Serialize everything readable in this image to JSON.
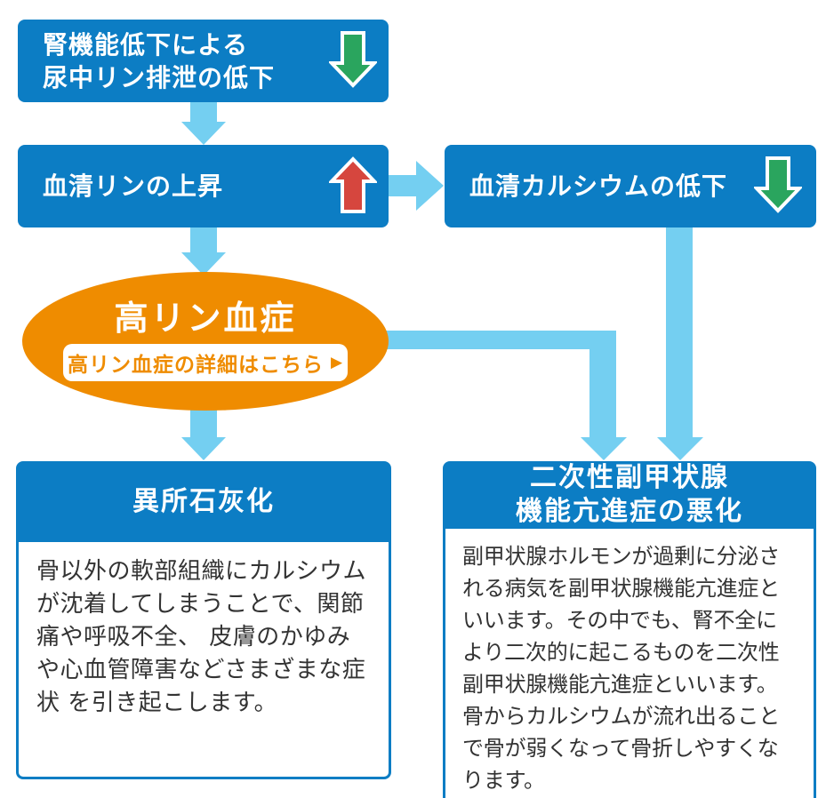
{
  "colors": {
    "node_blue": "#0c7dc4",
    "connector_light_blue": "#74cff1",
    "ellipse_orange": "#ef8c00",
    "decrease_green": "#2aa55e",
    "increase_red": "#d6463e",
    "body_text": "#333333",
    "white": "#ffffff"
  },
  "flow": {
    "box_renal": {
      "line1": "腎機能低下による",
      "line2": "尿中リン排泄の低下"
    },
    "box_serum_p": {
      "label": "血清リンの上昇"
    },
    "box_serum_ca": {
      "label": "血清カルシウムの低下"
    },
    "ellipse": {
      "title": "高リン血症",
      "button": {
        "label": "高リン血症の詳細はこちら",
        "arrow_glyph": "▶"
      }
    },
    "card_ectopic": {
      "title": "異所石灰化",
      "body": "骨以外の軟部組織にカルシウムが沈着してしまうことで、関節痛や呼吸不全、 皮膚のかゆみや心血管障害などさまざまな症状 を引き起こします。"
    },
    "card_hyperpara": {
      "title_line1": "二次性副甲状腺",
      "title_line2": "機能亢進症の悪化",
      "body": "副甲状腺ホルモンが過剰に分泌される病気を副甲状腺機能亢進症といいます。その中でも、腎不全により二次的に起こるものを二次性副甲状腺機能亢進症といいます。 骨からカルシウムが流れ出ることで骨が弱くなって骨折しやすくなります。"
    }
  }
}
